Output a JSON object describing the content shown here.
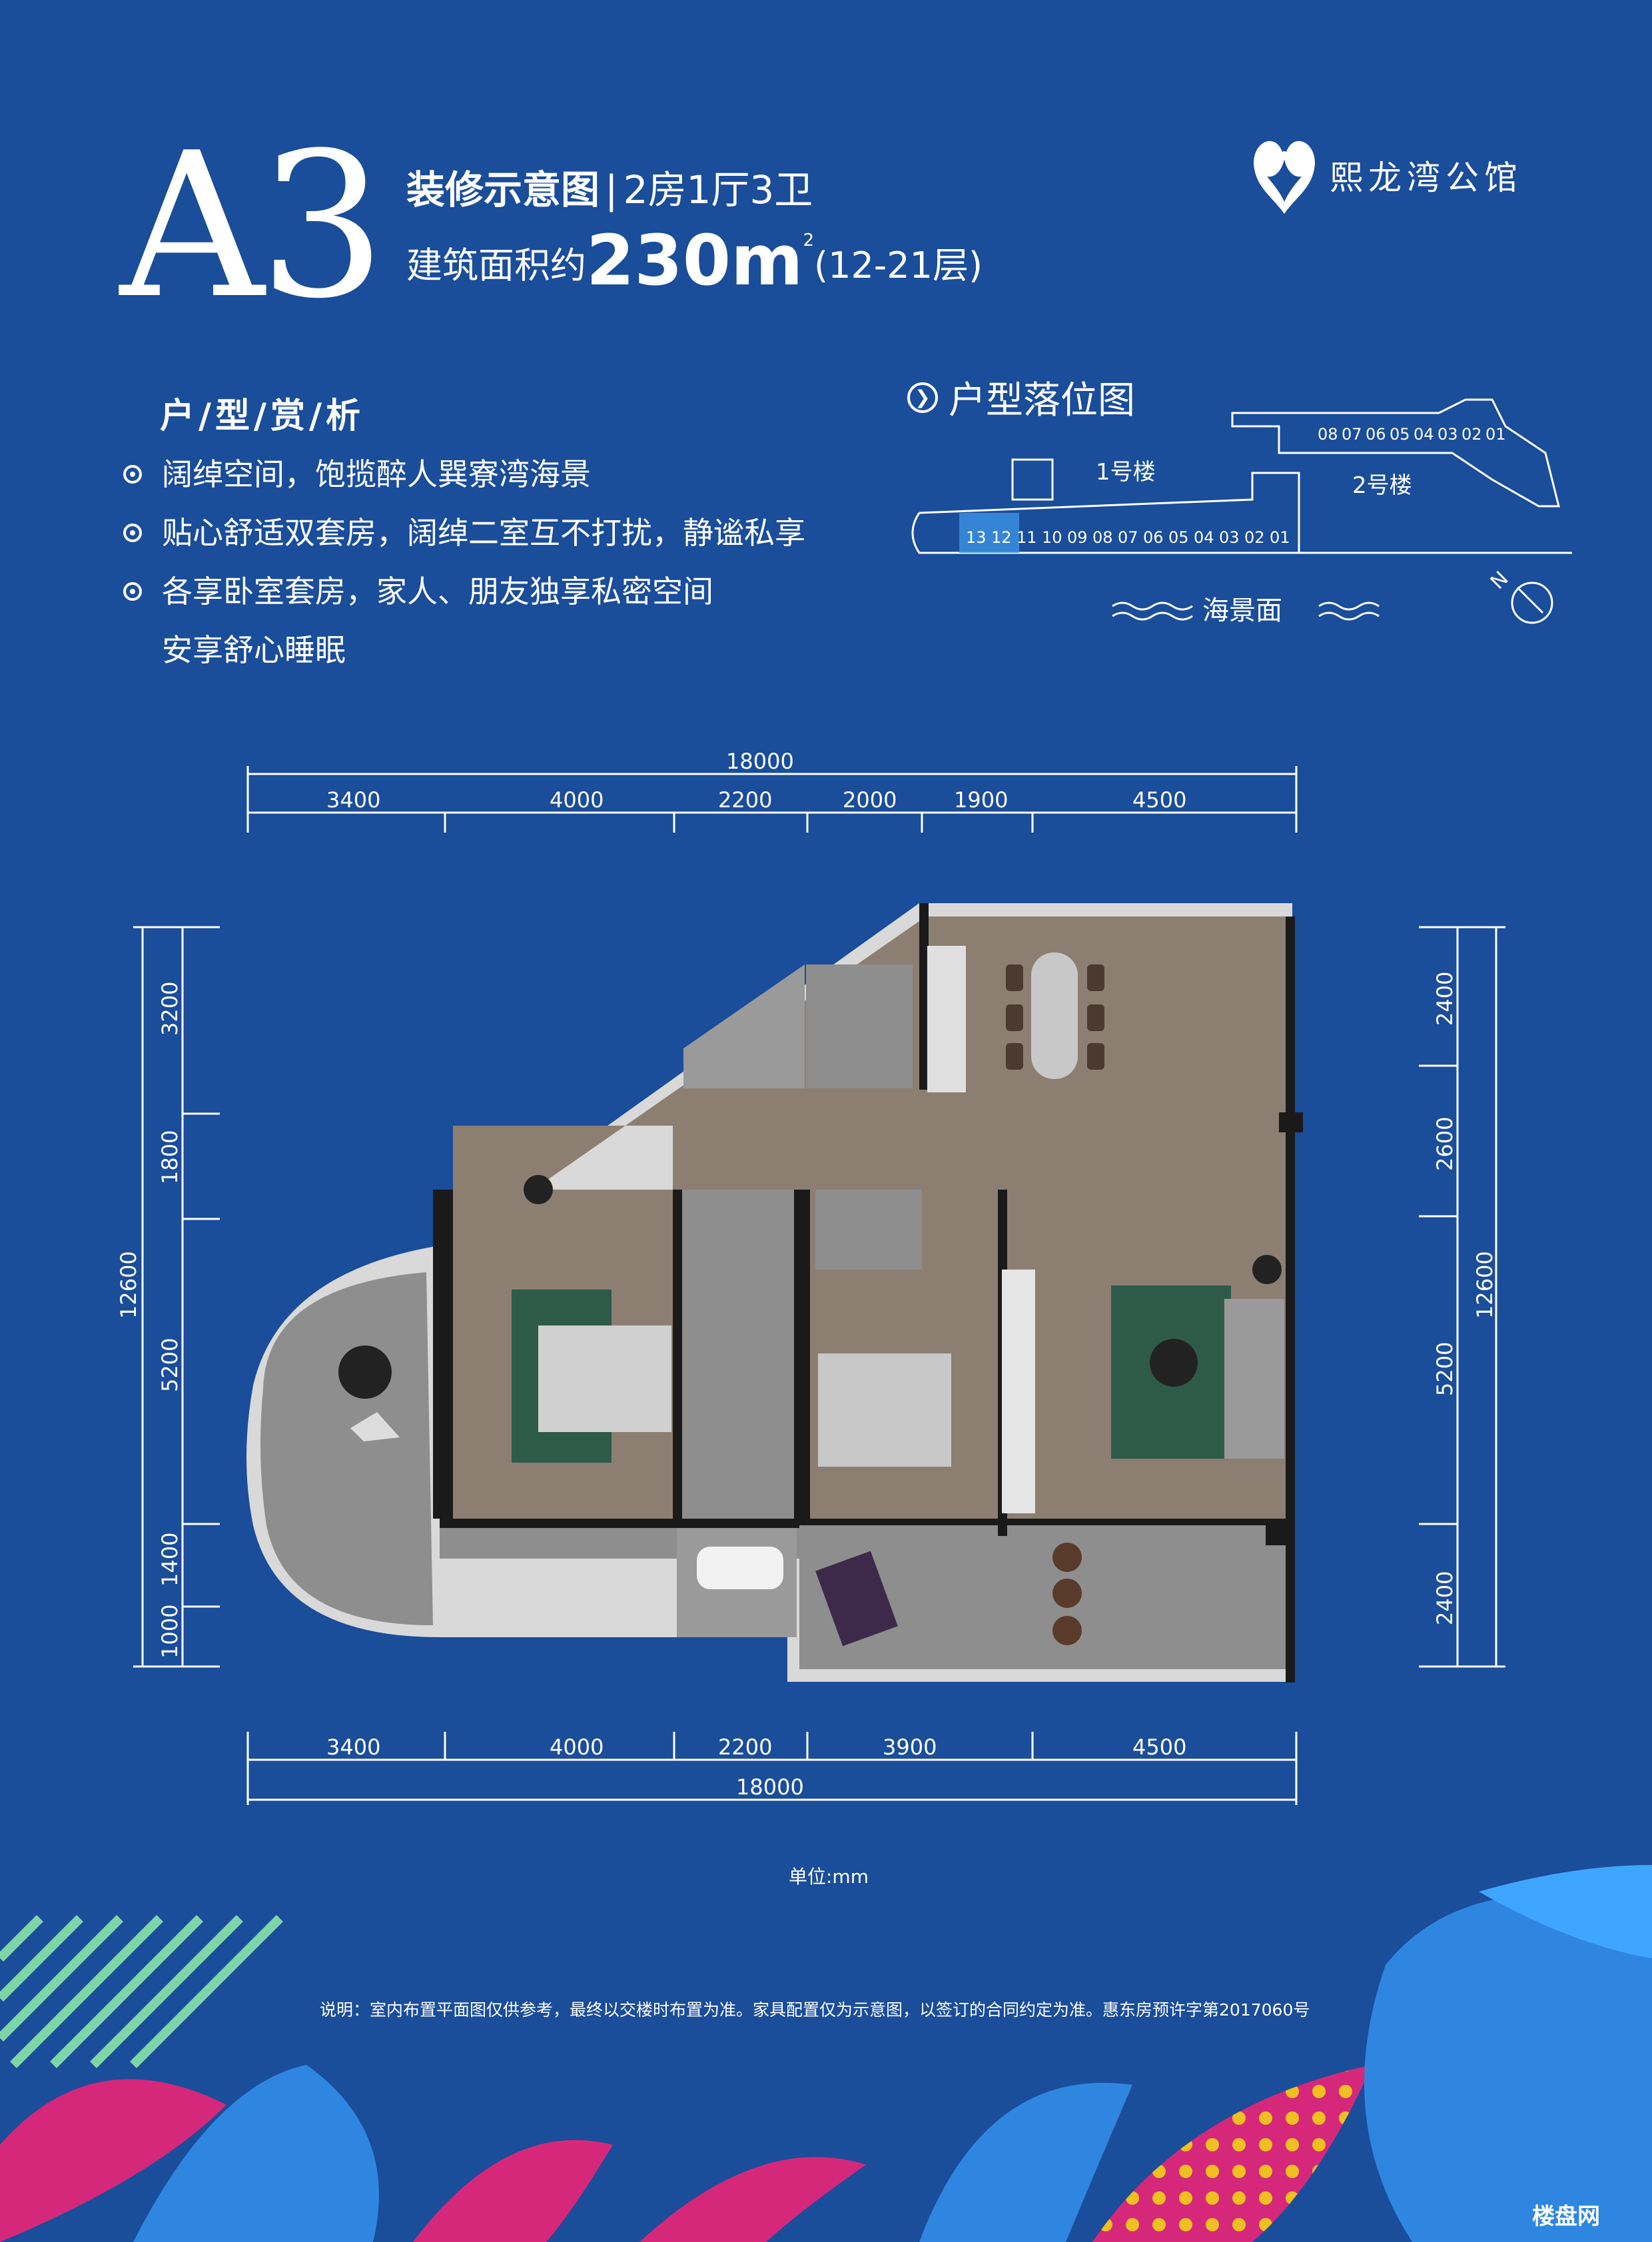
{
  "header": {
    "unit_code": "A3",
    "title": "装修示意图",
    "layout": "2房1厅3卫",
    "area_label": "建筑面积约",
    "area_value": "230m",
    "area_sup": "2",
    "floors": "(12-21层)"
  },
  "brand": {
    "name": "熙龙湾公馆"
  },
  "analysis": {
    "title": "户/型/赏/析",
    "bullets": [
      "阔绰空间，饱揽醉人巽寮湾海景",
      "贴心舒适双套房，阔绰二室互不打扰，静谧私享",
      "各享卧室套房，家人、朋友独享私密空间"
    ],
    "bullet_continuation": "安享舒心睡眠"
  },
  "location_map": {
    "title": "户型落位图",
    "building1_label": "1号楼",
    "building2_label": "2号楼",
    "seaview_label": "海景面",
    "compass_label": "N",
    "building1_units": [
      "13",
      "12",
      "11",
      "10",
      "09",
      "08",
      "07",
      "06",
      "05",
      "04",
      "03",
      "02",
      "01"
    ],
    "building2_units": [
      "08",
      "07",
      "06",
      "05",
      "04",
      "03",
      "02",
      "01"
    ],
    "highlight_unit": "13",
    "colors": {
      "highlight": "#3a8fe0",
      "line": "#ffffff"
    }
  },
  "floorplan": {
    "top_total": "18000",
    "top_segments": [
      "3400",
      "4000",
      "2200",
      "2000",
      "1900",
      "4500"
    ],
    "bottom_segments": [
      "3400",
      "4000",
      "2200",
      "3900",
      "4500"
    ],
    "bottom_total": "18000",
    "left_total": "12600",
    "left_segments": [
      "3200",
      "1800",
      "5200",
      "1400",
      "1000"
    ],
    "right_total": "12600",
    "right_segments": [
      "2400",
      "2600",
      "5200",
      "2400"
    ],
    "unit_note": "单位:mm"
  },
  "footer": {
    "disclaimer": "说明：室内布置平面图仅供参考，最终以交楼时布置为准。家具配置仅为示意图，以签订的合同约定为准。惠东房预许字第2017060号",
    "watermark": "楼盘网"
  },
  "colors": {
    "background": "#1a4d9a",
    "wood_floor": "#8c7f72",
    "tile_floor": "#8e8e8e",
    "wall": "#1a1a1a",
    "rug": "#2e5a4a",
    "petal_blue": "#2f86e0",
    "petal_magenta": "#d6287a",
    "petal_dots": "#f0c020",
    "stripes": "#7ed6a6"
  }
}
